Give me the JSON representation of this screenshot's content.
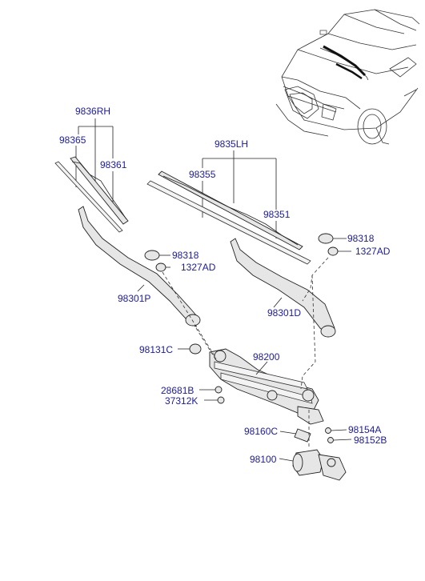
{
  "colors": {
    "label": "#1a1aaa",
    "line": "#222222",
    "part_fill": "#e6e6e6"
  },
  "labels": {
    "rh_assembly": "9836RH",
    "rh_refill": "98365",
    "rh_blade": "98361",
    "lh_assembly": "9835LH",
    "lh_refill": "98355",
    "lh_blade": "98351",
    "cap_right": "98318",
    "nut_right": "1327AD",
    "cap_left": "98318",
    "nut_left": "1327AD",
    "arm_passenger": "98301P",
    "arm_driver": "98301D",
    "pivot_cap": "98131C",
    "linkage": "98200",
    "bolt_a": "28681B",
    "bolt_b": "37312K",
    "cover": "98160C",
    "washer_a": "98154A",
    "washer_b": "98152B",
    "motor": "98100"
  }
}
